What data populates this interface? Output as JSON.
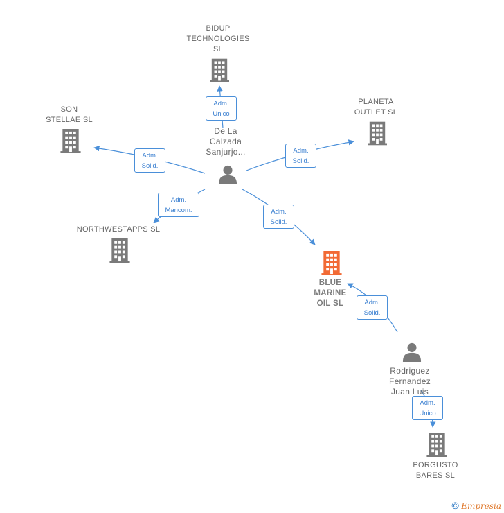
{
  "nodes": {
    "bidup": {
      "label_lines": [
        "BIDUP",
        "TECHNOLOGIES",
        "SL"
      ],
      "icon": "building-icon"
    },
    "planeta": {
      "label_lines": [
        "PLANETA",
        "OUTLET SL"
      ],
      "icon": "building-icon"
    },
    "son_stellae": {
      "label_lines": [
        "SON",
        "STELLAE  SL"
      ],
      "icon": "building-icon"
    },
    "northwestapps": {
      "label_lines": [
        "NORTHWESTAPPS SL"
      ],
      "icon": "building-icon"
    },
    "blue_marine": {
      "label_lines": [
        "BLUE",
        "MARINE",
        "OIL  SL"
      ],
      "icon": "building-icon"
    },
    "porgusto": {
      "label_lines": [
        "PORGUSTO",
        "BARES SL"
      ],
      "icon": "building-icon"
    },
    "de_la_calzada": {
      "label_lines": [
        "De La",
        "Calzada",
        "Sanjurjo..."
      ],
      "icon": "person-icon"
    },
    "rodriguez": {
      "label_lines": [
        "Rodriguez",
        "Fernandez",
        "Juan Luis"
      ],
      "icon": "person-icon"
    }
  },
  "edges": {
    "to_bidup": [
      "Adm.",
      "Unico"
    ],
    "to_planeta": [
      "Adm.",
      "Solid."
    ],
    "to_son": [
      "Adm.",
      "Solid."
    ],
    "to_northwest": [
      "Adm.",
      "Mancom."
    ],
    "to_blue_from_calzada": [
      "Adm.",
      "Solid."
    ],
    "to_blue_from_rodriguez": [
      "Adm.",
      "Solid."
    ],
    "to_porgusto": [
      "Adm.",
      "Unico"
    ]
  },
  "colors": {
    "company": "#7a7a7a",
    "focus_company": "#f26a35",
    "person": "#7a7a7a",
    "edge": "#4a8fd9"
  },
  "footer": {
    "copyright": "©",
    "brand": "Empresia"
  }
}
